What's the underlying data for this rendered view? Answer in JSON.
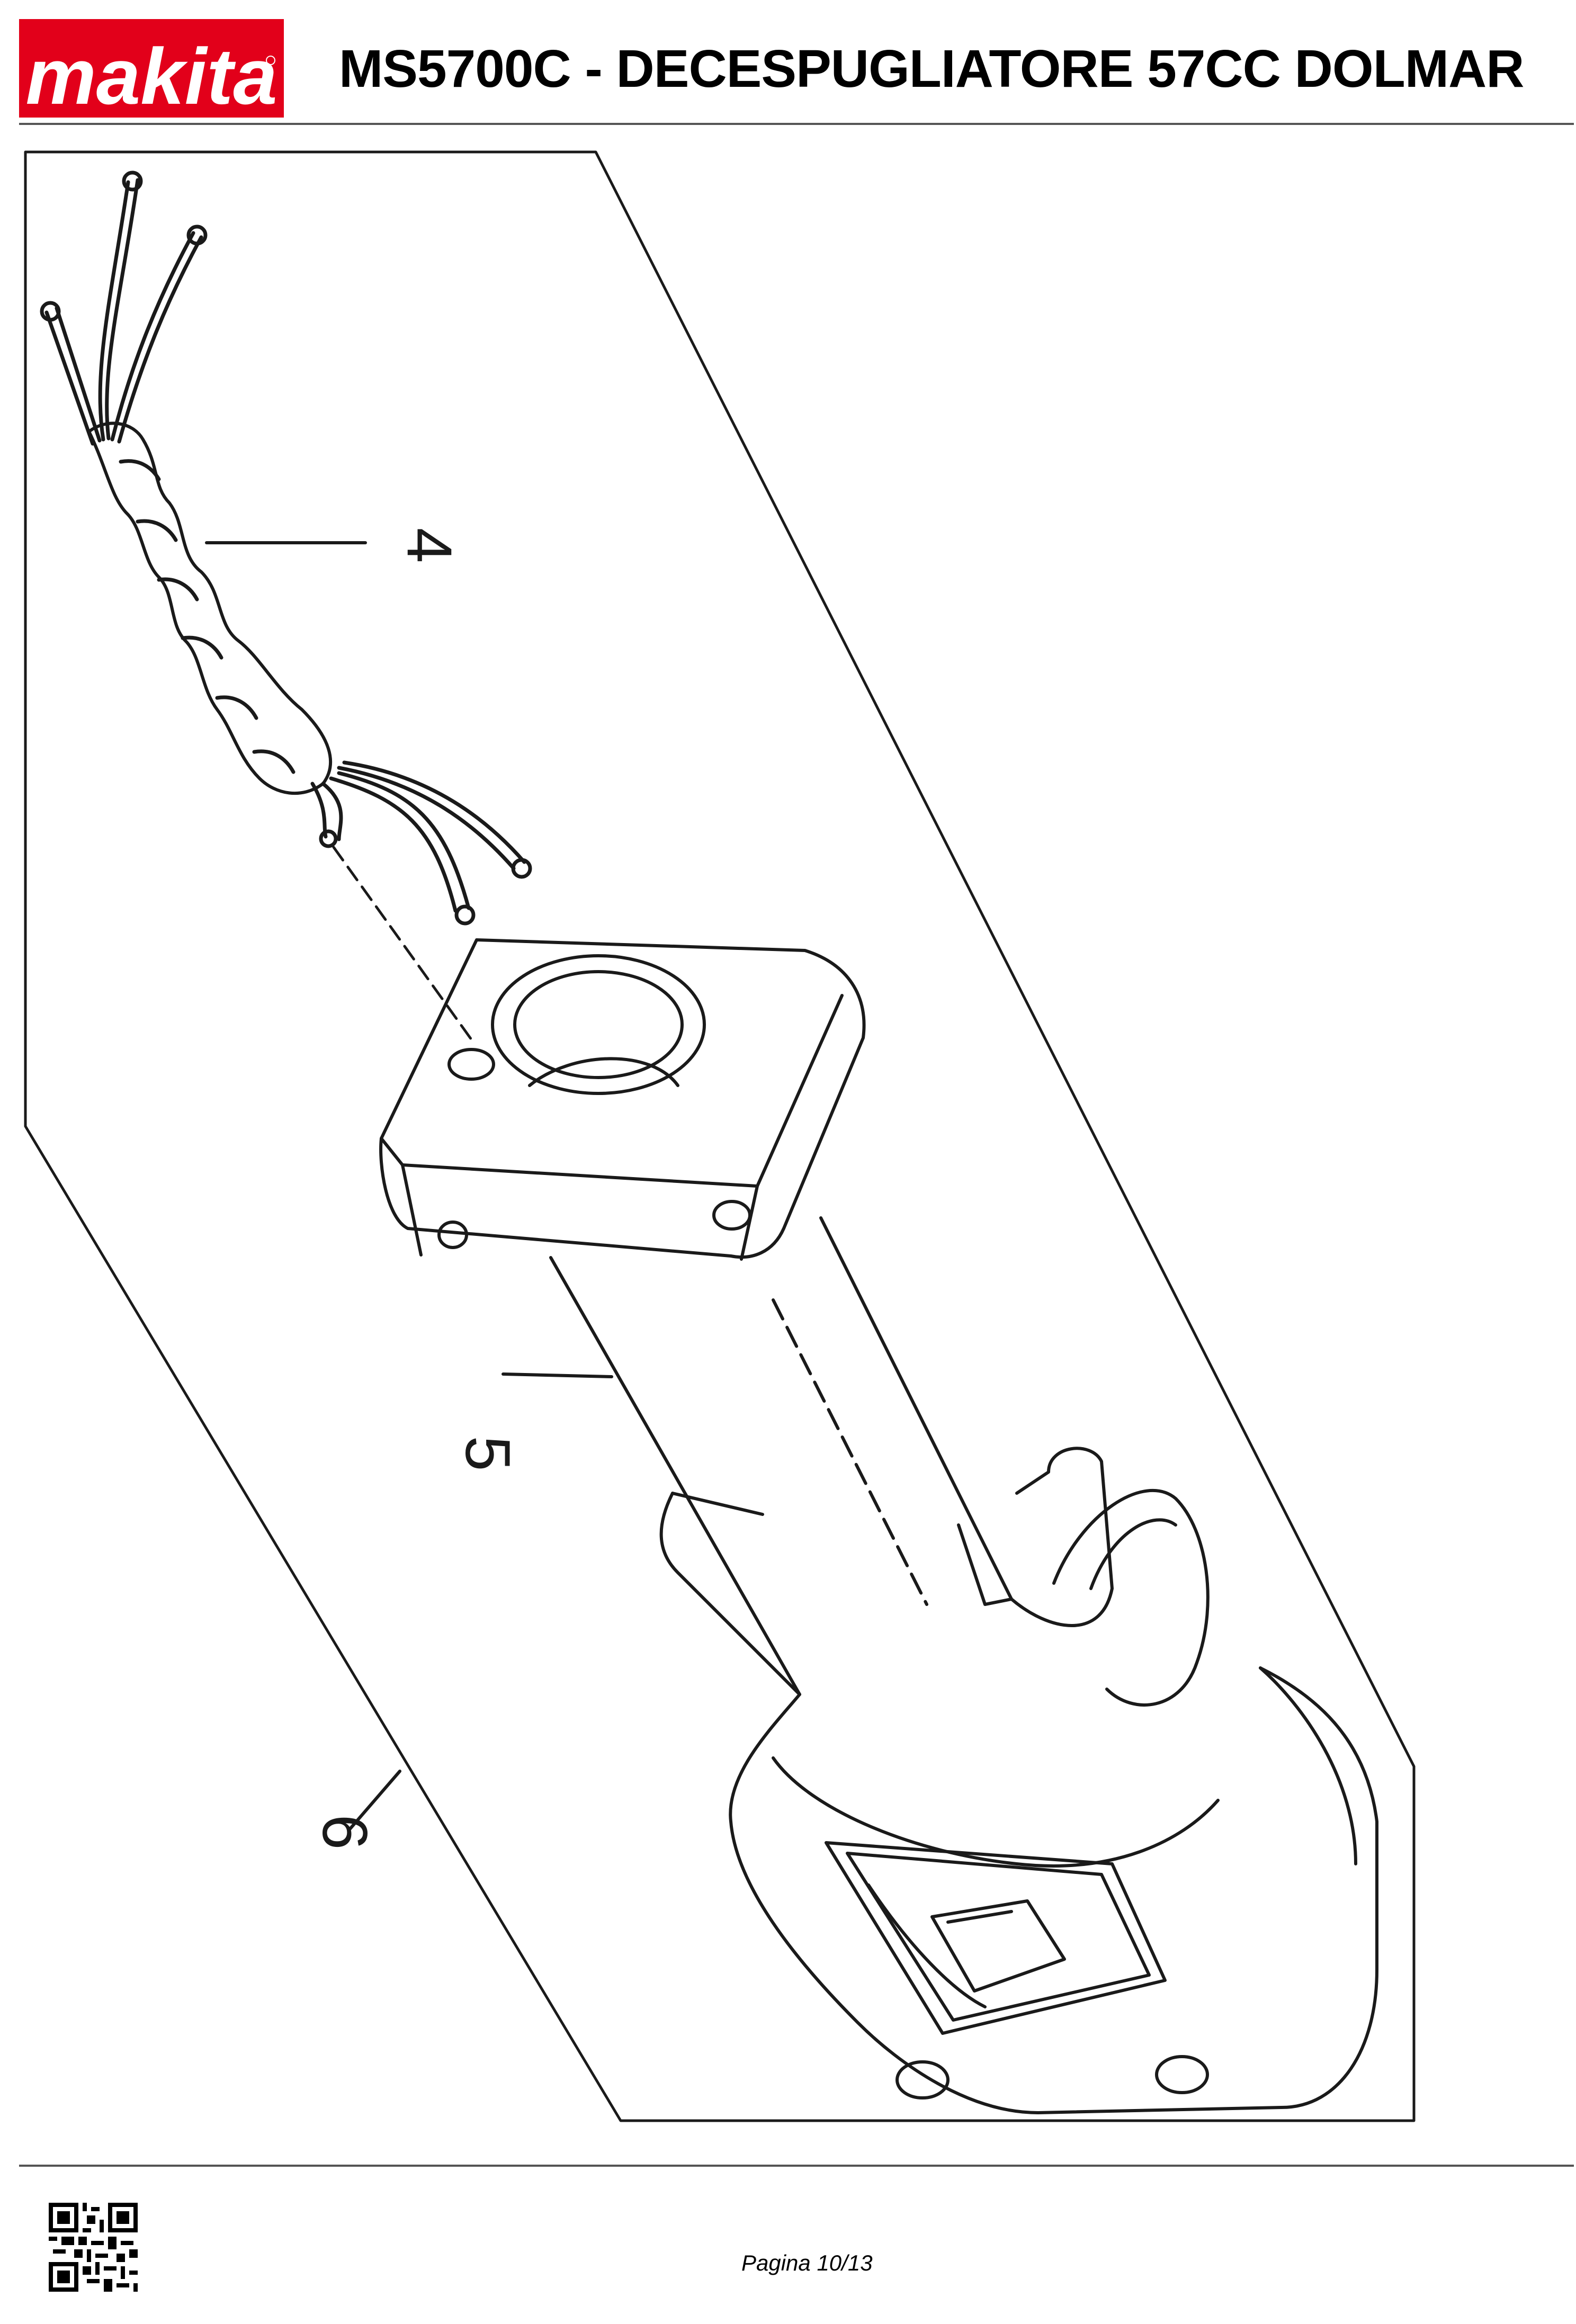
{
  "header": {
    "brand": "makita",
    "title": "MS5700C - DECESPUGLIATORE 57CC DOLMAR"
  },
  "brand_color": "#e2001a",
  "drawing": {
    "callouts": [
      "4",
      "5",
      "6"
    ]
  },
  "footer": {
    "page_label": "Pagina 10/13",
    "qr_icon": "qr-code-icon"
  }
}
